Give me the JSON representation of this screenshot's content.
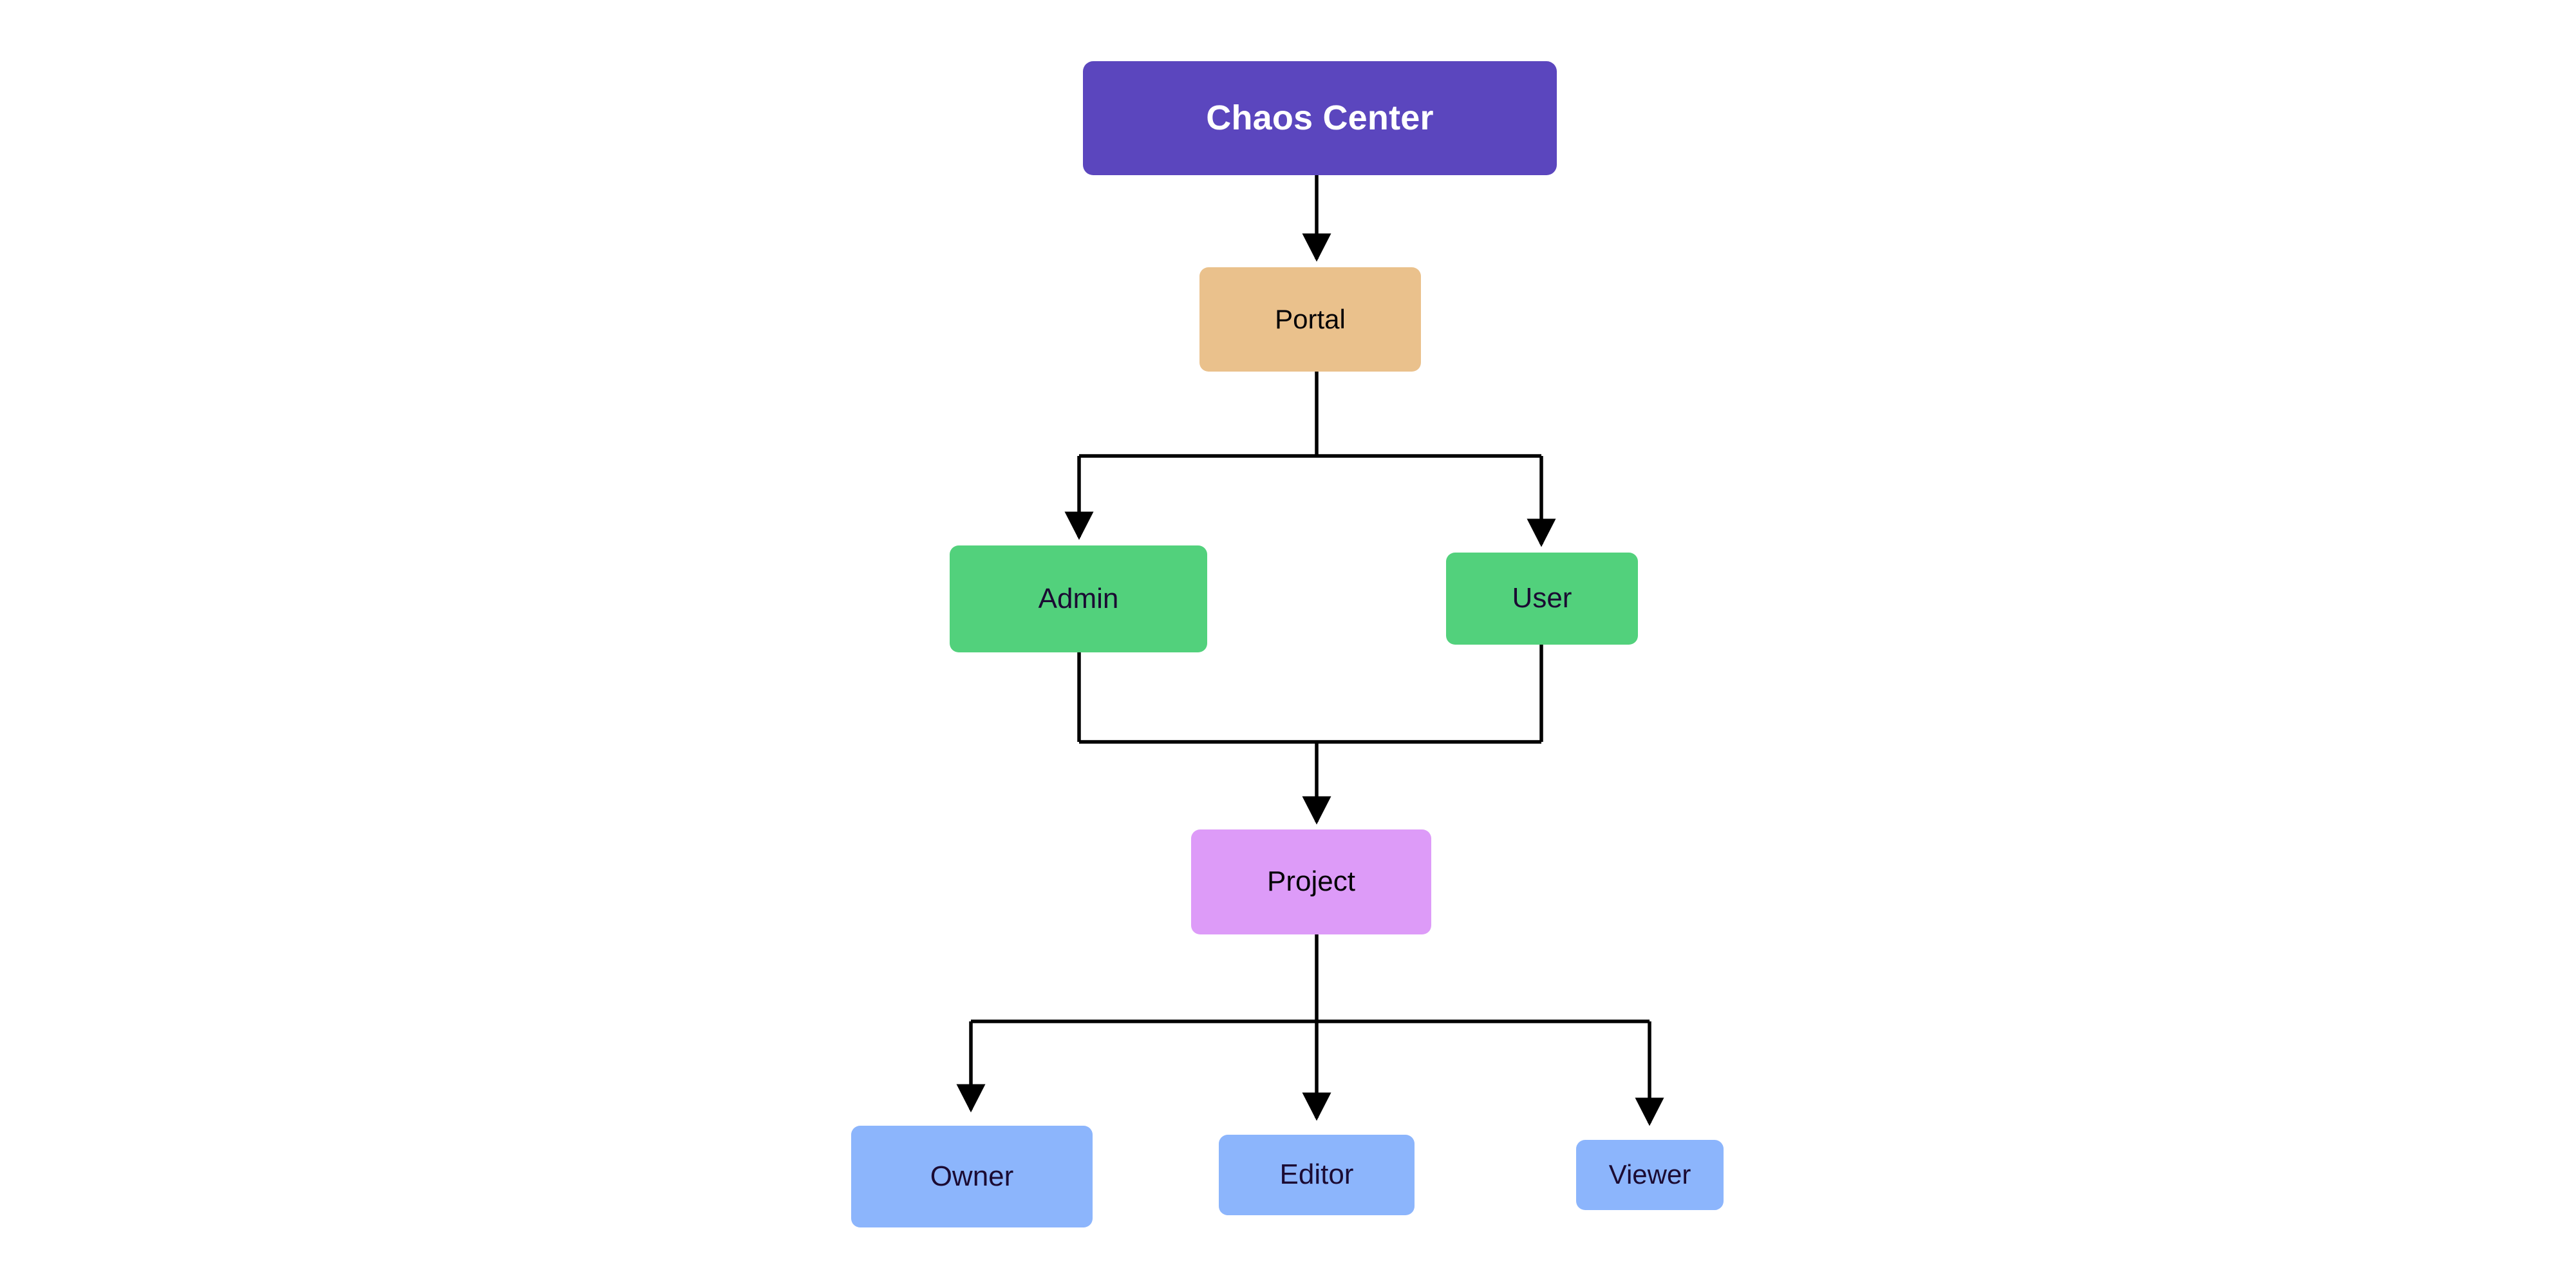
{
  "diagram": {
    "type": "flowchart",
    "orientation": "top-down",
    "background_color": "#ffffff",
    "edge_color": "#000000",
    "nodes": [
      {
        "id": "chaos-center",
        "label": "Chaos Center",
        "fill": "#5b46be",
        "text_color": "#ffffff",
        "level": 0
      },
      {
        "id": "portal",
        "label": "Portal",
        "fill": "#eac18c",
        "text_color": "#050407",
        "level": 1
      },
      {
        "id": "admin",
        "label": "Admin",
        "fill": "#52d17c",
        "text_color": "#1b0b33",
        "level": 2
      },
      {
        "id": "user",
        "label": "User",
        "fill": "#52d17c",
        "text_color": "#1b0b33",
        "level": 2
      },
      {
        "id": "project",
        "label": "Project",
        "fill": "#dd9bf8",
        "text_color": "#050407",
        "level": 3
      },
      {
        "id": "owner",
        "label": "Owner",
        "fill": "#8cb5fc",
        "text_color": "#1b0b33",
        "level": 4
      },
      {
        "id": "editor",
        "label": "Editor",
        "fill": "#8cb5fc",
        "text_color": "#1b0b33",
        "level": 4
      },
      {
        "id": "viewer",
        "label": "Viewer",
        "fill": "#8cb5fc",
        "text_color": "#1b0b33",
        "level": 4
      }
    ],
    "edges": [
      {
        "from": "chaos-center",
        "to": "portal",
        "arrow": true
      },
      {
        "from": "portal",
        "to": "admin",
        "arrow": true
      },
      {
        "from": "portal",
        "to": "user",
        "arrow": true
      },
      {
        "from": "admin",
        "to": "project",
        "arrow": true
      },
      {
        "from": "user",
        "to": "project",
        "arrow": true
      },
      {
        "from": "project",
        "to": "owner",
        "arrow": true
      },
      {
        "from": "project",
        "to": "editor",
        "arrow": true
      },
      {
        "from": "project",
        "to": "viewer",
        "arrow": true
      }
    ]
  }
}
